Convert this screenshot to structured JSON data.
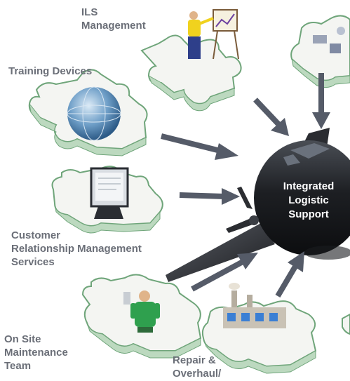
{
  "labels": {
    "ils": [
      "ILS",
      "Management"
    ],
    "training": [
      "Training Devices"
    ],
    "crm": [
      "Customer",
      "Relationship Management",
      "Services"
    ],
    "onsite": [
      "On Site",
      "Maintenance",
      "Team"
    ],
    "repair": [
      "Repair &",
      "Overhaul/"
    ]
  },
  "center": [
    "Integrated",
    "Logistic",
    "Support"
  ],
  "colors": {
    "label": "#6b6f78",
    "puzzle_fill": "#f4f5f2",
    "puzzle_edge": "#6fa57a",
    "arrow": "#555b68",
    "aircraft": "#222428"
  },
  "icons": {
    "ils": "presenter-with-easel-icon",
    "training": "globe-icon",
    "crm": "computer-monitor-icon",
    "onsite": "maintenance-worker-icon",
    "repair": "factory-icon",
    "top-right": "aircraft-parts-icon"
  }
}
